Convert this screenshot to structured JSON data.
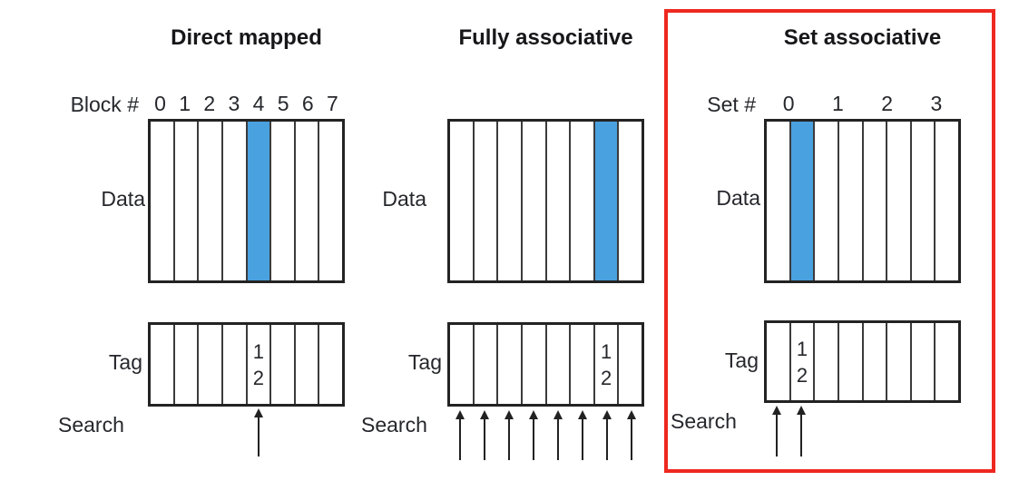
{
  "figure": {
    "background": "#ffffff",
    "line_color": "#333333",
    "highlight_color": "#4aa1df",
    "annotation_box_color": "#ee2820"
  },
  "panels": {
    "direct": {
      "title": "Direct mapped",
      "index_label": "Block #",
      "index_numbers": [
        "0",
        "1",
        "2",
        "3",
        "4",
        "5",
        "6",
        "7"
      ],
      "data_label": "Data",
      "tag_label": "Tag",
      "search_label": "Search",
      "tag_entry": {
        "line1": "1",
        "line2": "2"
      },
      "num_blocks": 8,
      "highlighted_cell": 4,
      "tag_cell": 4,
      "search_arrow_count": 1
    },
    "fully": {
      "title": "Fully associative",
      "data_label": "Data",
      "tag_label": "Tag",
      "search_label": "Search",
      "tag_entry": {
        "line1": "1",
        "line2": "2"
      },
      "num_blocks": 8,
      "highlighted_cell": 6,
      "tag_cell": 6,
      "search_arrow_count": 8
    },
    "set": {
      "title": "Set associative",
      "index_label": "Set #",
      "index_numbers": [
        "0",
        "1",
        "2",
        "3"
      ],
      "data_label": "Data",
      "tag_label": "Tag",
      "search_label": "Search",
      "tag_entry": {
        "line1": "1",
        "line2": "2"
      },
      "num_blocks": 8,
      "num_sets": 4,
      "highlighted_cell": 1,
      "tag_cell": 1,
      "search_arrow_count": 2
    }
  }
}
